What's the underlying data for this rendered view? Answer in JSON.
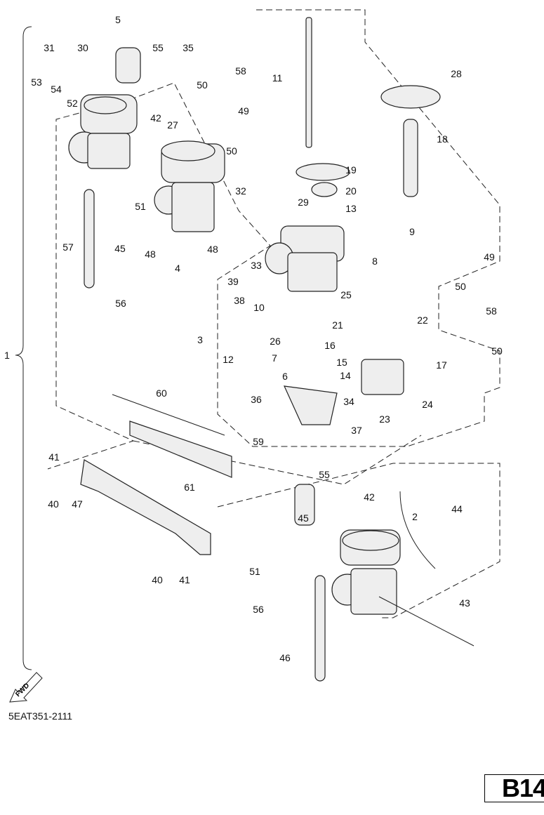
{
  "diagram": {
    "drawing_code": "5EAT351-2111",
    "page_ref": "B14",
    "fwd_label": "FWD",
    "callouts": [
      "5",
      "31",
      "30",
      "55",
      "35",
      "53",
      "54",
      "52",
      "58",
      "50",
      "49",
      "50",
      "42",
      "27",
      "11",
      "28",
      "18",
      "19",
      "20",
      "13",
      "32",
      "29",
      "51",
      "57",
      "45",
      "48",
      "4",
      "48",
      "33",
      "9",
      "8",
      "49",
      "50",
      "58",
      "50",
      "39",
      "38",
      "10",
      "25",
      "22",
      "21",
      "56",
      "3",
      "26",
      "16",
      "7",
      "12",
      "15",
      "6",
      "14",
      "17",
      "36",
      "23",
      "24",
      "34",
      "37",
      "60",
      "59",
      "41",
      "61",
      "40",
      "47",
      "55",
      "42",
      "2",
      "44",
      "45",
      "51",
      "40",
      "41",
      "43",
      "56",
      "46",
      "1"
    ]
  }
}
